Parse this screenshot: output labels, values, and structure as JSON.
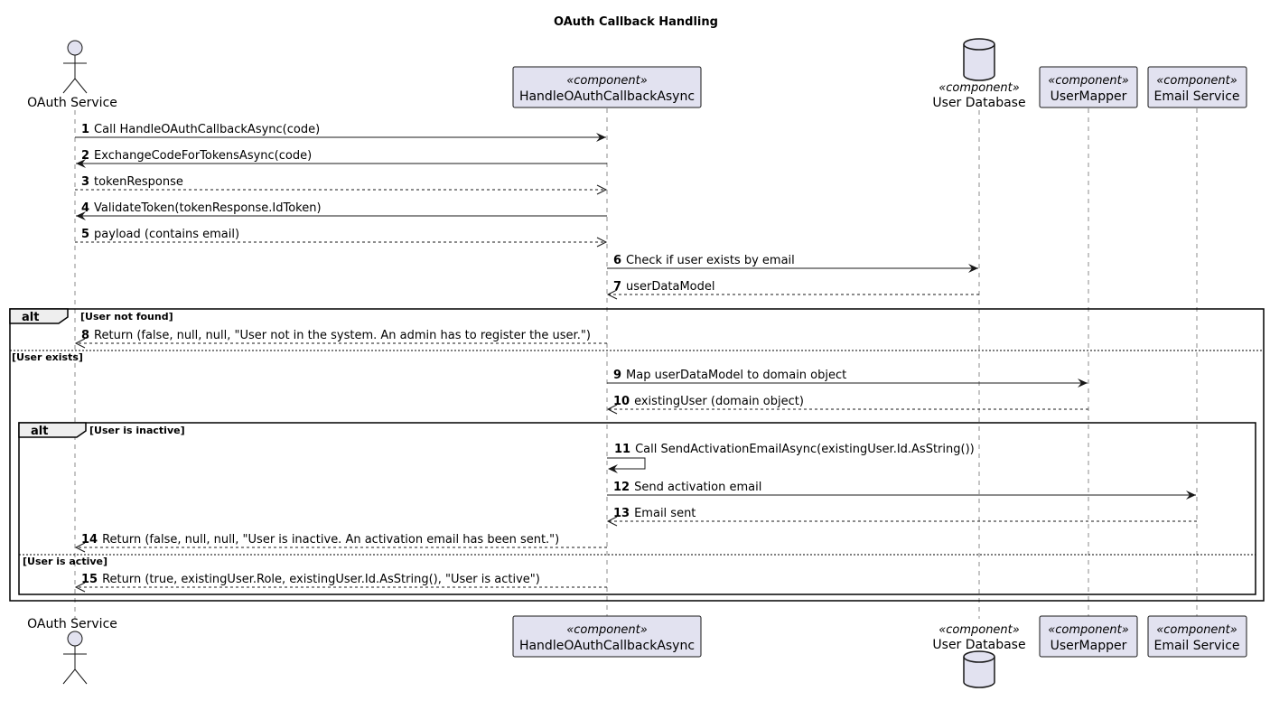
{
  "title": "OAuth Callback Handling",
  "participants": [
    {
      "id": "oauth",
      "name": "OAuth Service",
      "kind": "actor"
    },
    {
      "id": "handler",
      "name": "HandleOAuthCallbackAsync",
      "stereotype": "«component»",
      "kind": "component"
    },
    {
      "id": "db",
      "name": "User Database",
      "stereotype": "«component»",
      "kind": "database"
    },
    {
      "id": "mapper",
      "name": "UserMapper",
      "stereotype": "«component»",
      "kind": "component"
    },
    {
      "id": "email",
      "name": "Email Service",
      "stereotype": "«component»",
      "kind": "component"
    }
  ],
  "messages": [
    {
      "num": "1",
      "text": "Call HandleOAuthCallbackAsync(code)",
      "from": "oauth",
      "to": "handler",
      "style": "solid"
    },
    {
      "num": "2",
      "text": "ExchangeCodeForTokensAsync(code)",
      "from": "handler",
      "to": "oauth",
      "style": "solid"
    },
    {
      "num": "3",
      "text": "tokenResponse",
      "from": "oauth",
      "to": "handler",
      "style": "dashed"
    },
    {
      "num": "4",
      "text": "ValidateToken(tokenResponse.IdToken)",
      "from": "handler",
      "to": "oauth",
      "style": "solid"
    },
    {
      "num": "5",
      "text": "payload (contains email)",
      "from": "oauth",
      "to": "handler",
      "style": "dashed"
    },
    {
      "num": "6",
      "text": "Check if user exists by email",
      "from": "handler",
      "to": "db",
      "style": "solid"
    },
    {
      "num": "7",
      "text": "userDataModel",
      "from": "db",
      "to": "handler",
      "style": "dashed"
    },
    {
      "num": "8",
      "text": "Return (false, null, null, \"User not in the system. An admin has to register the user.\")",
      "from": "handler",
      "to": "oauth",
      "style": "dashed"
    },
    {
      "num": "9",
      "text": "Map userDataModel to domain object",
      "from": "handler",
      "to": "mapper",
      "style": "solid"
    },
    {
      "num": "10",
      "text": "existingUser (domain object)",
      "from": "mapper",
      "to": "handler",
      "style": "dashed"
    },
    {
      "num": "11",
      "text": "Call SendActivationEmailAsync(existingUser.Id.AsString())",
      "from": "handler",
      "to": "handler",
      "style": "solid"
    },
    {
      "num": "12",
      "text": "Send activation email",
      "from": "handler",
      "to": "email",
      "style": "solid"
    },
    {
      "num": "13",
      "text": "Email sent",
      "from": "email",
      "to": "handler",
      "style": "dashed"
    },
    {
      "num": "14",
      "text": "Return (false, null, null, \"User is inactive. An activation email has been sent.\")",
      "from": "handler",
      "to": "oauth",
      "style": "dashed"
    },
    {
      "num": "15",
      "text": "Return (true, existingUser.Role, existingUser.Id.AsString(), \"User is active\")",
      "from": "handler",
      "to": "oauth",
      "style": "dashed"
    }
  ],
  "fragments": [
    {
      "keyword": "alt",
      "guards": [
        "[User not found]",
        "[User exists]"
      ]
    },
    {
      "keyword": "alt",
      "guards": [
        "[User is inactive]",
        "[User is active]"
      ]
    }
  ]
}
